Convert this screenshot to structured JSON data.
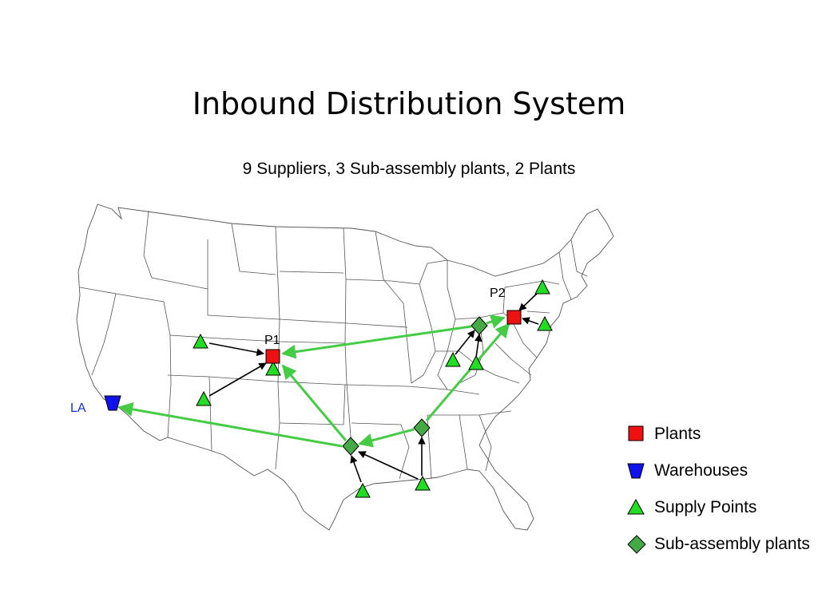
{
  "title": "Inbound Distribution System",
  "subtitle": "9 Suppliers, 3 Sub-assembly plants, 2 Plants",
  "colors": {
    "plant": "#ee1111",
    "warehouse": "#1111ee",
    "supply": "#22dd22",
    "subassembly": "#44aa44",
    "flow_green": "#44cc44",
    "flow_black": "#000000",
    "label_blue": "#1133cc"
  },
  "nodes": {
    "plants": [
      {
        "id": "P1",
        "label": "P1"
      },
      {
        "id": "P2",
        "label": "P2"
      }
    ],
    "warehouses": [
      {
        "id": "LA",
        "label": "LA"
      }
    ]
  },
  "legend": {
    "items": [
      {
        "key": "plants",
        "label": "Plants",
        "symbol": "red-square-icon"
      },
      {
        "key": "warehouses",
        "label": "Warehouses",
        "symbol": "blue-funnel-icon"
      },
      {
        "key": "supply",
        "label": "Supply Points",
        "symbol": "green-triangle-icon"
      },
      {
        "key": "subassembly",
        "label": "Sub-assembly plants",
        "symbol": "green-diamond-icon"
      }
    ]
  }
}
